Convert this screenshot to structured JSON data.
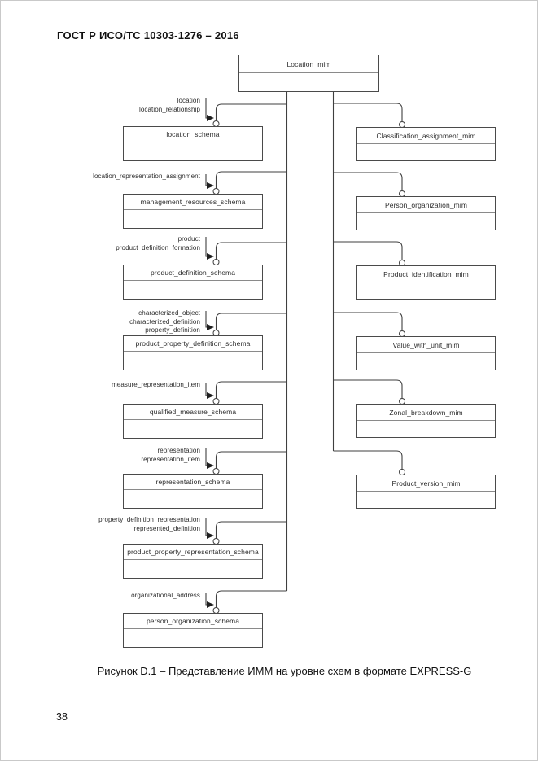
{
  "page": {
    "header_title": "ГОСТ Р ИСО/ТС 10303-1276 – 2016",
    "caption": "Рисунок D.1 – Представление ИММ на уровне схем в формате EXPRESS-G",
    "page_number": "38"
  },
  "diagram": {
    "type": "EXPRESS-G schema-level diagram",
    "top_box": {
      "label": "Location_mim"
    },
    "left_boxes": [
      {
        "label": "location_schema",
        "note": "location\nlocation_relationship"
      },
      {
        "label": "management_resources_schema",
        "note": "location_representation_assignment"
      },
      {
        "label": "product_definition_schema",
        "note": "product\nproduct_definition_formation"
      },
      {
        "label": "product_property_definition_schema",
        "note": "characterized_object\ncharacterized_definition\nproperty_definition"
      },
      {
        "label": "qualified_measure_schema",
        "note": "measure_representation_item"
      },
      {
        "label": "representation_schema",
        "note": "representation\nrepresentation_item"
      },
      {
        "label": "product_property_representation_schema",
        "note": "property_definition_representation\nrepresented_definition"
      },
      {
        "label": "person_organization_schema",
        "note": "organizational_address"
      }
    ],
    "right_boxes": [
      {
        "label": "Classification_assignment_mim"
      },
      {
        "label": "Person_organization_mim"
      },
      {
        "label": "Product_identification_mim"
      },
      {
        "label": "Value_with_unit_mim"
      },
      {
        "label": "Zonal_breakdown_mim"
      },
      {
        "label": "Product_version_mim"
      }
    ]
  }
}
